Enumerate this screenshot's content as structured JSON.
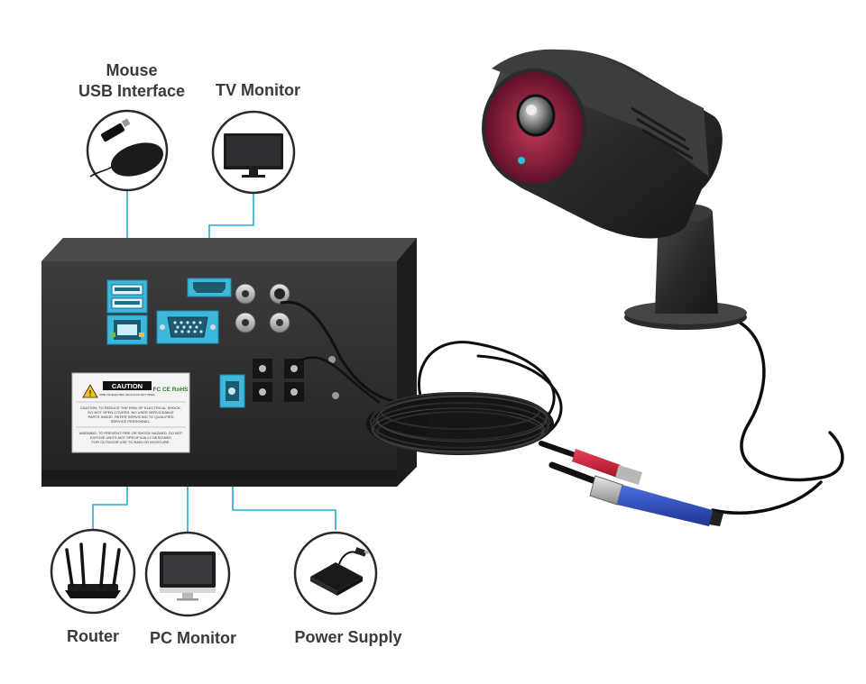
{
  "colors": {
    "connector_line": "#29a8cf",
    "port_highlight": "#3bb8dc",
    "dvr_body": "#2e2e30",
    "circle_border": "#2a2a2a",
    "label_text": "#3a3a3a",
    "camera_ir": "#8c1838",
    "red_plug": "#d4233a",
    "blue_plug": "#2f50c8"
  },
  "labels": {
    "mouse_line1": "Mouse",
    "mouse_line2": "USB Interface",
    "tv_monitor": "TV Monitor",
    "router": "Router",
    "pc_monitor": "PC Monitor",
    "power_supply": "Power Supply"
  },
  "caution_label": {
    "title": "CAUTION",
    "sub": "RISK OF ELECTRIC SHOCK DO NOT OPEN",
    "marks": "FC CE RoHS",
    "line1": "CAUTION: TO REDUCE THE RISK OF ELECTRICAL SHOCK,",
    "line2": "DO NOT OPEN COVERS. NO USER SERVICEABLE",
    "line3": "PARTS INSIDE. REFER SERVICING TO QUALIFIED",
    "line4": "SERVICE PERSONNEL.",
    "line5": "WARNING: TO PREVENT FIRE OR SHOCK HAZARD, DO NOT",
    "line6": "EXPOSE UNITS NOT SPECIFICALLY DESIGNED",
    "line7": "FOR OUTDOOR USE TO RAIN OR MOISTURE."
  },
  "icons": [
    "usb-dongle-icon",
    "mouse-icon",
    "tv-monitor-icon",
    "router-icon",
    "pc-monitor-icon",
    "power-adapter-icon",
    "warning-triangle-icon"
  ]
}
